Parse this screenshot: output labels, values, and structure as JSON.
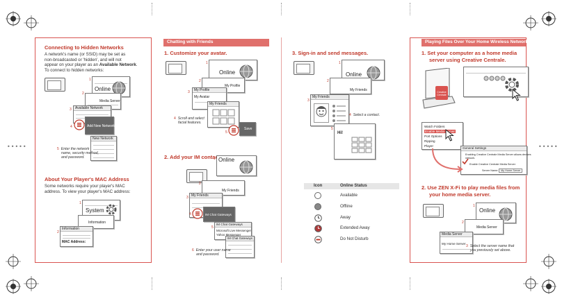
{
  "panel1": {
    "hidden_heading": "Connecting to Hidden Networks",
    "hidden_body_1": "A network's name (or SSID) may be set as",
    "hidden_body_2": "non-broadcasted or 'hidden', and will not",
    "hidden_body_3a": "appear on your player as an ",
    "hidden_body_3b": "Available Network",
    "hidden_body_3c": ".",
    "hidden_body_4": "To connect to hidden networks:",
    "online": "Online",
    "media_server": "Media Server",
    "available_network": "Available Network",
    "add_new_network": "Add New Network",
    "new_network": "New Network",
    "note_num": "5",
    "note_1": "Enter the network",
    "note_2": "name, security method,",
    "note_3": "and password.",
    "mac_heading": "About Your Player's MAC Address",
    "mac_body_1": "Some networks require your player's MAC",
    "mac_body_2": "address. To view your player's MAC address:",
    "system": "System",
    "information": "Information",
    "information2": "Information",
    "mac_address": "MAC Address:",
    "step_nums": [
      "1",
      "2",
      "3",
      "4",
      "1",
      "2"
    ]
  },
  "panel2": {
    "banner": "Chatting with Friends",
    "step1": "1.  Customize your avatar.",
    "online": "Online",
    "my_profile": "My Profile",
    "my_profile2": "My Profile",
    "my_avatar": "My Avatar",
    "my_friends": "My Friends",
    "save": "Save",
    "note_a_num": "4",
    "note_a_1": "Scroll and select",
    "note_a_2": "facial features.",
    "step2": "2.  Add your IM contacts.",
    "online2": "Online",
    "my_friends2": "My Friends",
    "my_friends3": "My Friends",
    "im_chat_gateways": "IM Chat Gateways",
    "im_chat_gateways2": "IM Chat Gateways",
    "msn": "Microsoft Live Messenger",
    "yahoo": "Yahoo Messenger",
    "im_chat_gateways3": "IM Chat Gateways",
    "note_b_num": "6",
    "note_b_1": "Enter your user name",
    "note_b_2": "and password."
  },
  "panel3": {
    "step3": "3.  Sign-in and send messages.",
    "online": "Online",
    "my_friends": "My Friends",
    "my_friends2": "My Friends",
    "select_contact_num": "4",
    "select_contact": "Select a contact.",
    "hi": "Hi!",
    "table_head_icon": "Icon",
    "table_head_status": "Online Status",
    "statuses": [
      "Available",
      "Offline",
      "Away",
      "Extended Away",
      "Do Not Disturb"
    ]
  },
  "panel4": {
    "banner": "Playing Files Over Your Home Wireless Network",
    "step1_1": "1.  Set your computer as a home media",
    "step1_2": "server using Creative Centrale.",
    "creative": "Creative",
    "centrale": "Centrale",
    "watch_folders": "Watch Folders",
    "enable_media_server": "Enable Media Server",
    "port_options": "Port Options",
    "ripping": "Ripping",
    "player": "Player",
    "general_settings": "General Settings",
    "enabling_text_1": "Enabling Creative Centrale Media Server allows devices",
    "enabling_text_2": "network.",
    "enable_checkbox": "Enable Creative Centrale Media Server",
    "server_name": "Server Name:",
    "server_value": "My Home Server",
    "step2_1": "2.  Use ZEN X-Fi to play media files from",
    "step2_2": "your home media server.",
    "online": "Online",
    "media_server": "Media Server",
    "media_server2": "Media Server",
    "my_home_server": "My Home Server",
    "note_num": "3",
    "note_1": "Select the server name that",
    "note_2": "you previously set above."
  },
  "colors": {
    "accent": "#c0392b",
    "banner": "#e0706c",
    "frame": "#d9534f"
  }
}
